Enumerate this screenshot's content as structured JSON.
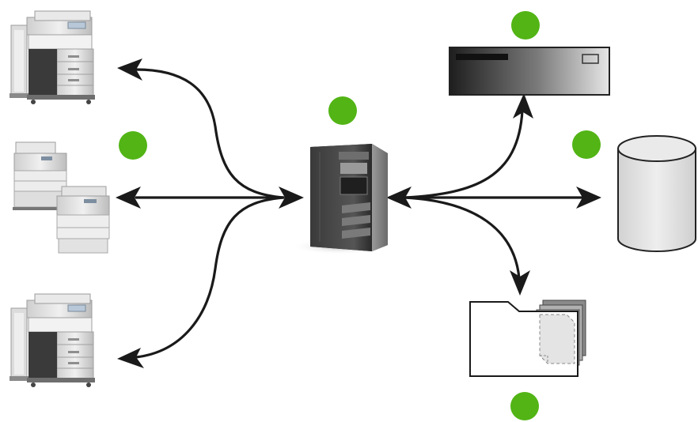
{
  "diagram": {
    "nodes": [
      {
        "id": "mfp-printer-top",
        "icon": "multifunction-printer-icon"
      },
      {
        "id": "printer-pair-middle",
        "icon": "laser-printer-pair-icon"
      },
      {
        "id": "mfp-printer-bottom",
        "icon": "multifunction-printer-icon"
      },
      {
        "id": "central-server",
        "icon": "tower-server-icon"
      },
      {
        "id": "rack-server",
        "icon": "rack-server-icon"
      },
      {
        "id": "database",
        "icon": "database-cylinder-icon"
      },
      {
        "id": "document-folder",
        "icon": "folder-documents-icon"
      }
    ],
    "markers": {
      "color": "#52b415",
      "items": [
        "marker-printer-pair",
        "marker-central-server",
        "marker-rack-server",
        "marker-database",
        "marker-folder"
      ]
    },
    "connectors": {
      "color": "#1a1a1a",
      "items": [
        {
          "from": "central-server",
          "to": "mfp-printer-top"
        },
        {
          "from": "central-server",
          "to": "printer-pair-middle"
        },
        {
          "from": "central-server",
          "to": "mfp-printer-bottom"
        },
        {
          "from": "central-server",
          "to": "rack-server"
        },
        {
          "from": "central-server",
          "to": "database"
        },
        {
          "from": "central-server",
          "to": "document-folder"
        }
      ]
    }
  }
}
